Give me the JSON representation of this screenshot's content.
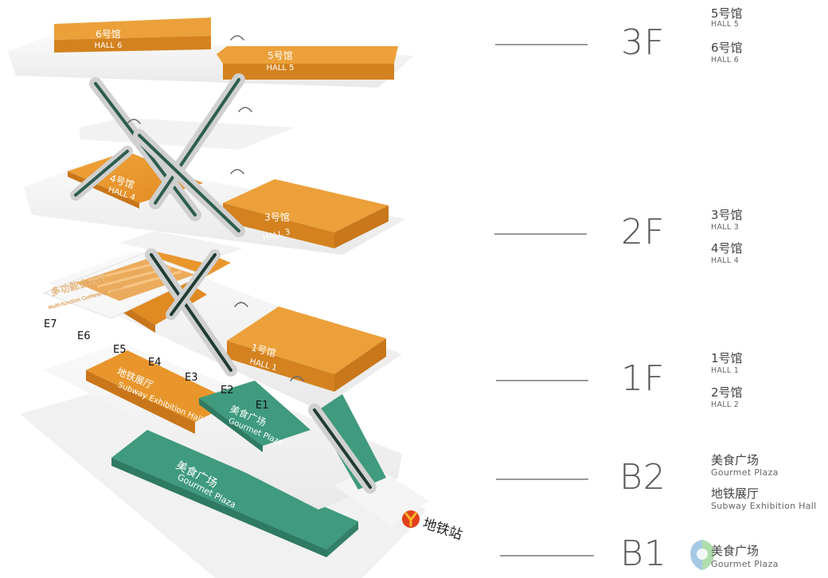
{
  "floors": [
    {
      "level": "3F",
      "halls": [
        {
          "cn": "5号馆",
          "en": "HALL 5"
        },
        {
          "cn": "6号馆",
          "en": "HALL 6"
        }
      ]
    },
    {
      "level": "2F",
      "halls": [
        {
          "cn": "3号馆",
          "en": "HALL 3"
        },
        {
          "cn": "4号馆",
          "en": "HALL 4"
        }
      ]
    },
    {
      "level": "1F",
      "halls": [
        {
          "cn": "1号馆",
          "en": "HALL 1"
        },
        {
          "cn": "2号馆",
          "en": "HALL 2"
        }
      ]
    },
    {
      "level": "B2",
      "halls": [
        {
          "cn": "美食广场",
          "en": "Gourmet Plaza"
        },
        {
          "cn": "地铁展厅",
          "en": "Subway Exhibition Hall"
        }
      ]
    },
    {
      "level": "B1",
      "halls": [
        {
          "cn": "美食广场",
          "en": "Gourmet Plaza"
        }
      ]
    }
  ],
  "map": {
    "hall6": {
      "cn": "6号馆",
      "en": "HALL 6"
    },
    "hall5": {
      "cn": "5号馆",
      "en": "HALL 5"
    },
    "hall4": {
      "cn": "4号馆",
      "en": "HALL 4"
    },
    "hall3": {
      "cn": "3号馆",
      "en": "HALL 3"
    },
    "hall1": {
      "cn": "1号馆",
      "en": "HALL 1"
    },
    "conference": {
      "cn": "多功能会议厅",
      "en": "Multi-function Conference Room"
    },
    "subway_hall": {
      "cn": "地铁展厅",
      "en": "Subway Exhibition Hall"
    },
    "gourmet_b2": {
      "cn": "美食广场",
      "en": "Gourmet Plaza"
    },
    "gourmet_b1": {
      "cn": "美食广场",
      "en": "Gourmet Plaza"
    },
    "entrances": [
      "E1",
      "E2",
      "E3",
      "E4",
      "E5",
      "E6",
      "E7"
    ],
    "metro_label": "地铁站"
  },
  "colors": {
    "orange": "#e8962c",
    "orange_dark": "#c9761a",
    "green": "#3f9a7e",
    "green_dark": "#2e7a62",
    "slab": "#f3f3f3",
    "metro_red": "#e2401c",
    "metro_yellow": "#f6b92b"
  },
  "icons": [
    "metro-logo-icon",
    "watermark-logo-icon"
  ]
}
